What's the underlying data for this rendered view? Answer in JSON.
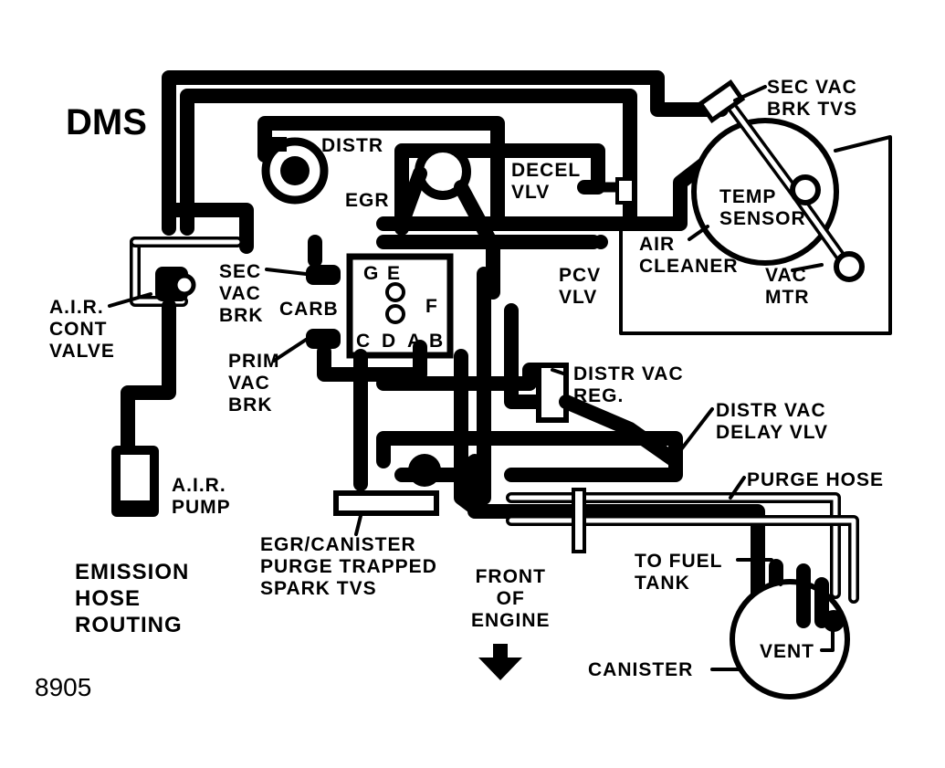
{
  "labels": {
    "dms": "DMS",
    "distr": "DISTR",
    "egr": "EGR",
    "decel_vlv": "DECEL\nVLV",
    "sec_vac_brk_tvs": "SEC VAC\nBRK TVS",
    "temp_sensor": "TEMP\nSENSOR",
    "air_cleaner": "AIR\nCLEANER",
    "vac_mtr": "VAC\nMTR",
    "pcv_vlv": "PCV\nVLV",
    "sec_vac_brk": "SEC\nVAC\nBRK",
    "carb": "CARB",
    "air_cont_valve": "A.I.R.\nCONT\nVALVE",
    "prim_vac_brk": "PRIM\nVAC\nBRK",
    "distr_vac_reg": "DISTR VAC\nREG.",
    "distr_vac_delay_vlv": "DISTR VAC\nDELAY VLV",
    "air_pump": "A.I.R.\nPUMP",
    "purge_hose": "PURGE HOSE",
    "egr_canister": "EGR/CANISTER\nPURGE TRAPPED\nSPARK TVS",
    "front_of_engine": "FRONT\nOF\nENGINE",
    "to_fuel_tank": "TO FUEL\nTANK",
    "emission_hose_routing": "EMISSION\nHOSE\nROUTING",
    "canister": "CANISTER",
    "vent": "VENT",
    "figure_number": "8905"
  },
  "carb_ports": {
    "g": "G",
    "e": "E",
    "f": "F",
    "c": "C",
    "d": "D",
    "a": "A",
    "b": "B"
  },
  "colors": {
    "ink": "#000000",
    "paper": "#ffffff"
  }
}
